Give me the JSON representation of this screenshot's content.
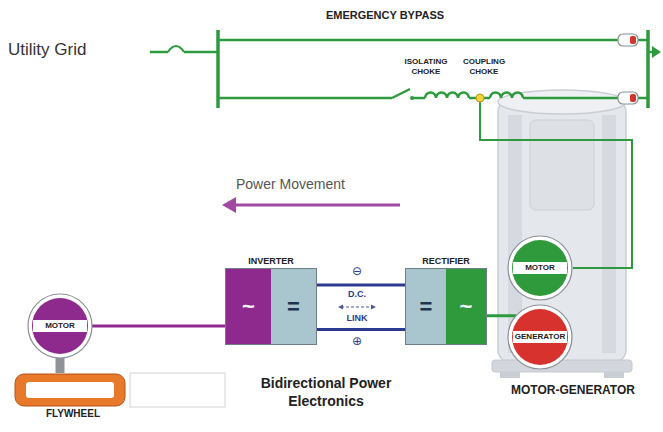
{
  "diagram": {
    "nodes": [
      {
        "text": [
          "MOTOR-GENERATOR"
        ]
      },
      {
        "text": [
          "MOTOR"
        ],
        "in": 0
      },
      {
        "text": [
          "INVERTER",
          "~",
          "="
        ]
      },
      {
        "text": [
          "RECTIFIER",
          "=",
          "~"
        ]
      },
      {
        "text": [
          "MOTOR"
        ]
      },
      {
        "text": [
          "GENERATOR"
        ],
        "in": 0
      },
      {
        "text": [
          "FLYWHEEL"
        ]
      }
    ],
    "edges": [
      {
        "from": 4,
        "to": 2,
        "arrow": "none"
      },
      {
        "from": 2,
        "to": 3,
        "arrow": "none"
      },
      {
        "from": 2,
        "to": 3,
        "arrow": "none"
      },
      {
        "from": 3,
        "to": 5,
        "arrow": "none"
      },
      {
        "from": 4,
        "to": 6,
        "arrow": "none"
      }
    ],
    "labels": [
      "Utility Grid",
      "EMERGENCY BYPASS",
      "ISOLATING CHOKE",
      "COUPLING CHOKE",
      "Power Movement",
      "⊖",
      "D.C.",
      "LINK",
      "⊕",
      "Bidirectional Power Electronics"
    ]
  }
}
